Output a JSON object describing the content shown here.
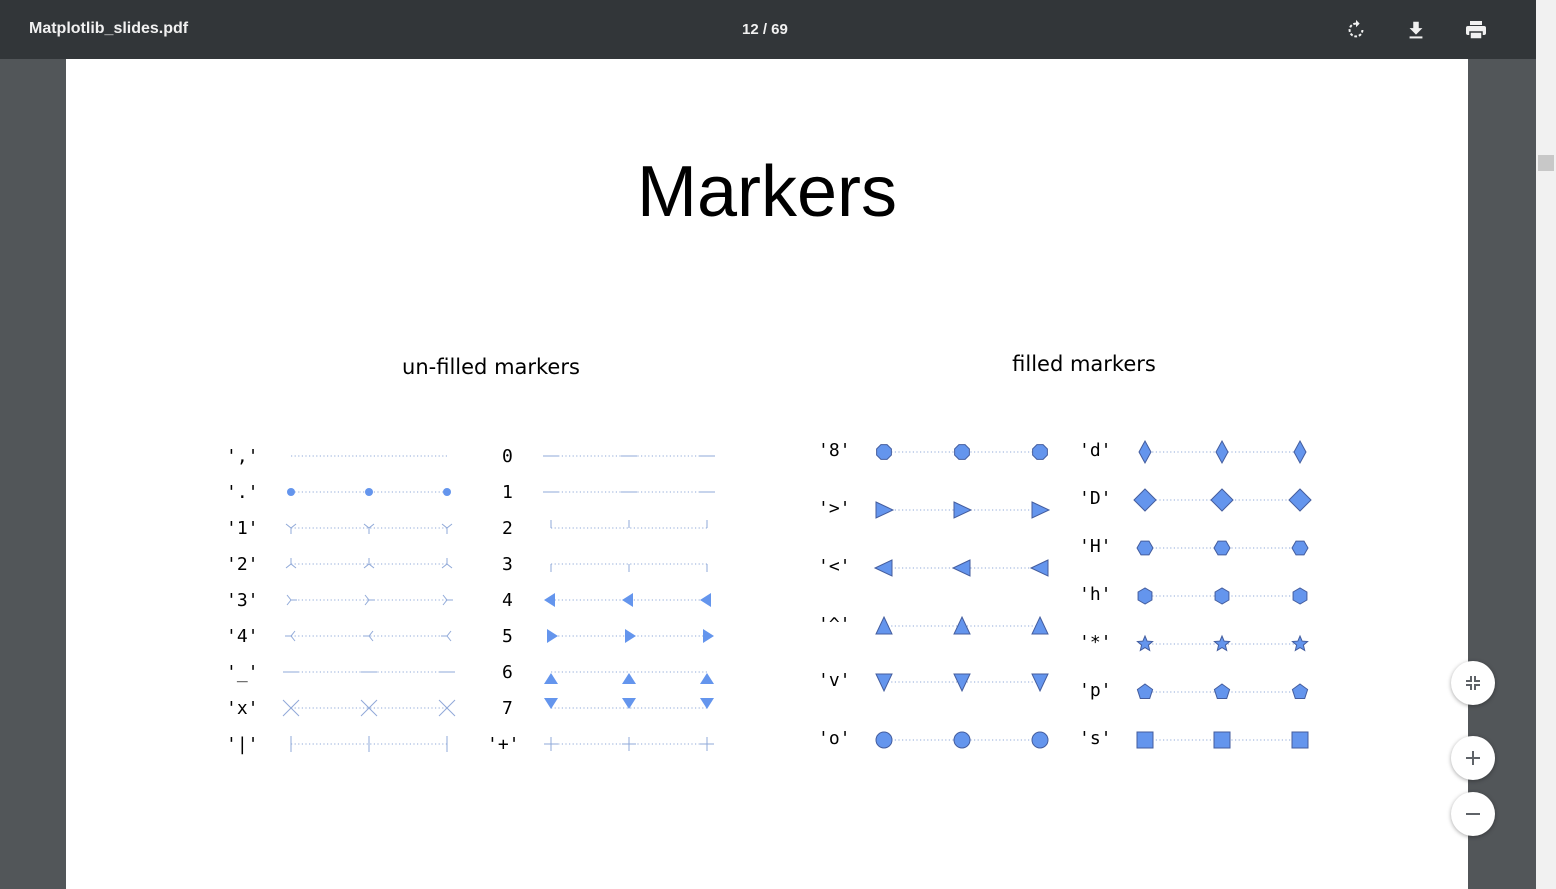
{
  "toolbar": {
    "title": "Matplotlib_slides.pdf",
    "page_indicator": "12 / 69",
    "rotate_icon": "rotate-icon",
    "download_icon": "download-icon",
    "print_icon": "print-icon"
  },
  "slide": {
    "title": "Markers",
    "unfilled_heading": "un-filled markers",
    "filled_heading": "filled markers",
    "marker_color": "#6495ed",
    "unfilled_col1": [
      "','",
      "'.'",
      "'1'",
      "'2'",
      "'3'",
      "'4'",
      "'_'",
      "'x'",
      "'|'"
    ],
    "unfilled_col2": [
      "0",
      "1",
      "2",
      "3",
      "4",
      "5",
      "6",
      "7",
      "'+'"
    ],
    "filled_col1": [
      "'8'",
      "'>'",
      "'<'",
      "'^'",
      "'v'",
      "'o'"
    ],
    "filled_col2": [
      "'d'",
      "'D'",
      "'H'",
      "'h'",
      "'*'",
      "'p'",
      "'s'"
    ]
  },
  "controls": {
    "fit_icon": "fit-to-page-icon",
    "zoom_in_icon": "zoom-in-icon",
    "zoom_out_icon": "zoom-out-icon"
  }
}
